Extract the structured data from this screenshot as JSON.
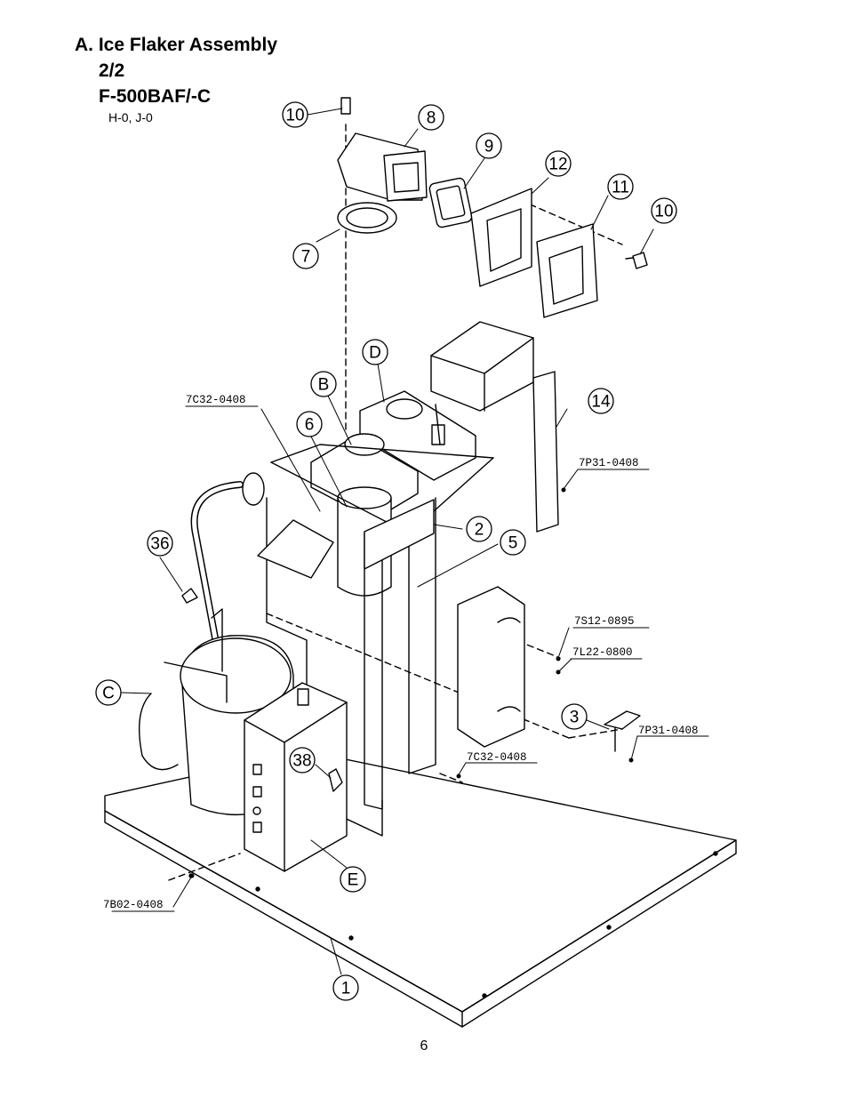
{
  "title": {
    "line1": "A. Ice Flaker Assembly",
    "line2": "2/2",
    "line3": "F-500BAF/-C",
    "variant": "H-0, J-0"
  },
  "callouts": {
    "c1": "1",
    "c2": "2",
    "c3": "3",
    "c5": "5",
    "c6": "6",
    "c7": "7",
    "c8": "8",
    "c9": "9",
    "c10a": "10",
    "c10b": "10",
    "c11": "11",
    "c12": "12",
    "c14": "14",
    "c36": "36",
    "c38": "38",
    "cB": "B",
    "cC": "C",
    "cD": "D",
    "cE": "E"
  },
  "codes": {
    "c7C32_top": "7C32-0408",
    "c7P31_right": "7P31-0408",
    "c7S12": "7S12-0895",
    "c7L22": "7L22-0800",
    "c7P31_bottom": "7P31-0408",
    "c7C32_bottom": "7C32-0408",
    "c7B02": "7B02-0408"
  },
  "page_number": "6"
}
